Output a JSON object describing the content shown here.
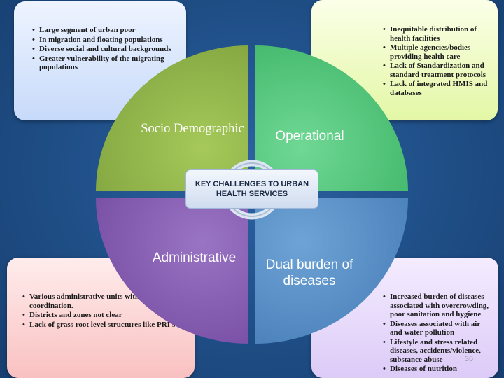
{
  "center_title": "KEY  CHALLENGES TO URBAN HEALTH SERVICES",
  "quadrants": {
    "socio": {
      "label": "Socio Demographic",
      "color": "#8fb548"
    },
    "operational": {
      "label": "Operational",
      "color": "#52c97d"
    },
    "administrative": {
      "label": "Administrative",
      "color": "#8a5fb5"
    },
    "dual": {
      "label": "Dual burden of diseases",
      "color": "#5a90c7"
    }
  },
  "boxes": {
    "socio_demographic": [
      "Large segment of urban poor",
      "In migration  and floating populations",
      "Diverse social  and cultural backgrounds",
      "Greater vulnerability of the migrating populations"
    ],
    "operational": [
      "Inequitable distribution  of health facilities",
      "Multiple  agencies/bodies providing health  care",
      "Lack of Standardization and standard treatment protocols",
      "Lack of integrated HMIS and databases"
    ],
    "administrative": [
      "Various administrative units with little coordination.",
      "Districts  and zones not clear",
      "Lack of grass root level structures like PRI's"
    ],
    "dual_burden": [
      "Increased burden of diseases associated with overcrowding, poor sanitation and hygiene",
      "Diseases associated with air and water pollution",
      "Lifestyle and stress related diseases, accidents/violence, substance abuse",
      "Diseases of  nutrition"
    ]
  },
  "page_number": "36"
}
